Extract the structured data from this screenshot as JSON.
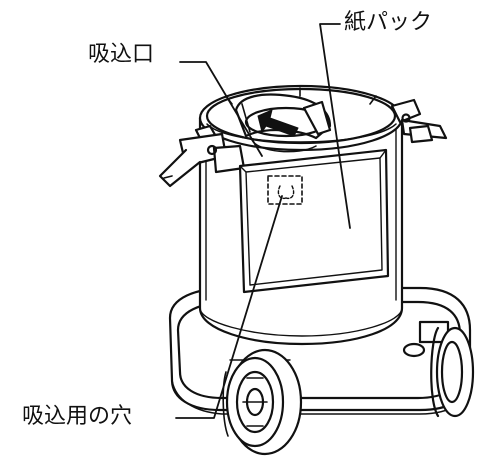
{
  "labels": {
    "paper_pack": "紙パック",
    "suction_inlet": "吸込口",
    "suction_hole": "吸込用の穴"
  },
  "colors": {
    "line": "#111111",
    "background": "#ffffff",
    "light_fill": "#f4f4f4"
  },
  "icons": {
    "arrow": "airflow-arrow-icon"
  }
}
